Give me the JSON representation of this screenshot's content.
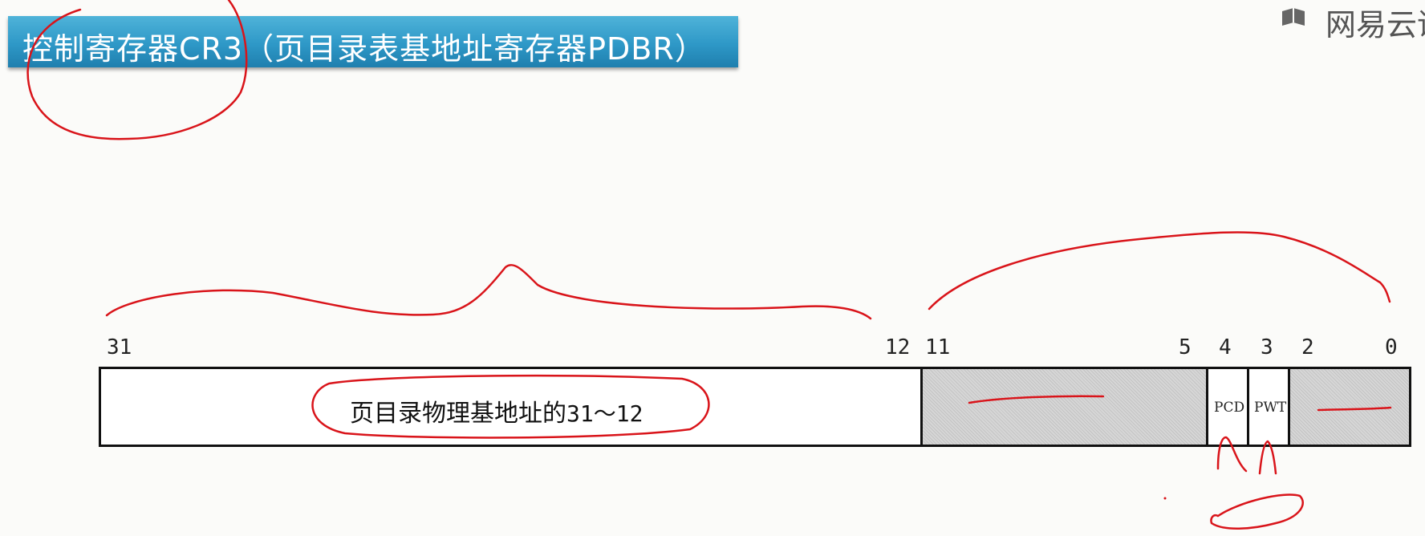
{
  "slide": {
    "title": "控制寄存器CR3（页目录表基地址寄存器PDBR）",
    "brand_text": "网易云课",
    "title_bar_color": "#2e98c7",
    "annotation_color": "#d9141a"
  },
  "register": {
    "bit_labels": [
      "31",
      "12",
      "11",
      "5",
      "4",
      "3",
      "2",
      "0"
    ],
    "base_field_cn": "页目录物理基地址的",
    "base_field_range": "31～12",
    "pcd_label": "PCD",
    "pwt_label": "PWT"
  }
}
